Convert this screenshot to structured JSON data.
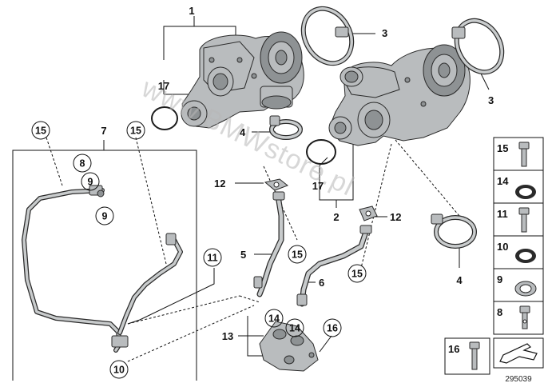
{
  "callouts": {
    "c1": "1",
    "c3a": "3",
    "c3b": "3",
    "c17a": "17",
    "c4a": "4",
    "c12a": "12",
    "c17b": "17",
    "c2": "2",
    "c12b": "12",
    "c4b": "4",
    "c5": "5",
    "c15a": "15",
    "c6": "6",
    "c15b": "15",
    "c7": "7",
    "c15c": "15",
    "c15d": "15",
    "c8": "8",
    "c9a": "9",
    "c9b": "9",
    "c11": "11",
    "c13": "13",
    "c14a": "14",
    "c14b": "14",
    "c16": "16",
    "c10": "10"
  },
  "legend": [
    "15",
    "14",
    "11",
    "10",
    "9",
    "8"
  ],
  "legend_bottom": "16",
  "reference_number": "295039",
  "watermark": "www.BMWstore.pl",
  "icons": [
    "arrow-icon"
  ]
}
